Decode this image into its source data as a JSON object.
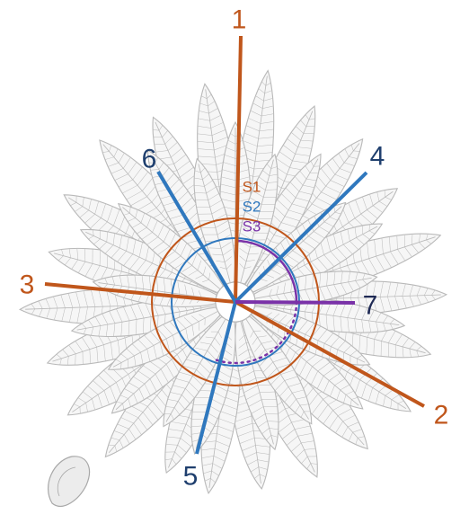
{
  "figure": {
    "rays": [
      {
        "label": "1",
        "series": "s1"
      },
      {
        "label": "2",
        "series": "s1"
      },
      {
        "label": "3",
        "series": "s1"
      },
      {
        "label": "4",
        "series": "s2"
      },
      {
        "label": "5",
        "series": "s2"
      },
      {
        "label": "6",
        "series": "s2"
      },
      {
        "label": "7",
        "series": "s3"
      }
    ],
    "circles": [
      {
        "label": "S1",
        "series": "s1"
      },
      {
        "label": "S2",
        "series": "s2"
      },
      {
        "label": "S3",
        "series": "s3"
      }
    ],
    "colors": {
      "s1": "#c0561b",
      "s2": "#2f78be",
      "s3": "#7a32a8",
      "label_s2": "#1f3f6e",
      "leaf_stroke": "#b9b9b9",
      "leaf_fill": "#f6f6f6"
    }
  }
}
